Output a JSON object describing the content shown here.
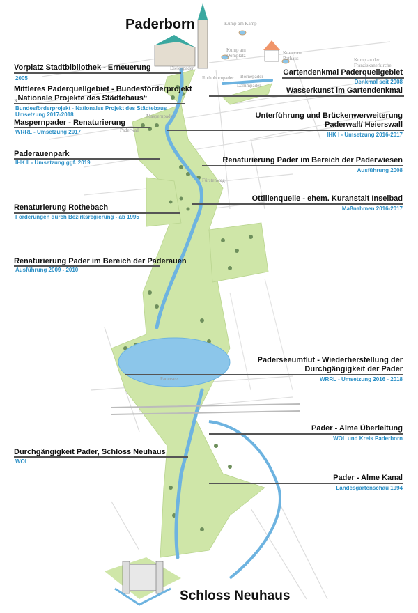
{
  "title_top": "Paderborn",
  "title_bottom": "Schloss Neuhaus",
  "colors": {
    "label_title": "#111111",
    "label_sub": "#2a8fc6",
    "water": "#7fbfe6",
    "green": "#cfe6a8",
    "tree": "#6e8f5c"
  },
  "place_labels": {
    "kump_kamp": "Kump am Kamp",
    "kump_domplatz": "Kump am Domplatz",
    "kump_rathaus": "Kump am Rathaus",
    "kump_franziskaner": "Kump an der Franziskanerkirche",
    "dielenpader": "Dielenpader",
    "rothobornpader": "Rothobornpader",
    "boernepader": "Börnepader",
    "dammpader": "Dammpader",
    "maspernpader": "Maspernpader",
    "paderwall": "Paderwall",
    "fuerstenweg": "Fürstenweg",
    "paderseee": "Padersee"
  },
  "annotations": {
    "vorplatz": {
      "title": "Vorplatz Stadtbibliothek - Erneuerung",
      "sub": "2005"
    },
    "mittleres": {
      "title1": "Mittleres Paderquellgebiet - Bundesförderprojekt",
      "title2": "„Nationale Projekte des Städtebaus“",
      "sub1": "Bundesförderprojekt - Nationales Projekt des Städtebaus",
      "sub2": "Umsetzung 2017-2018"
    },
    "maspernpader": {
      "title": "Maspernpader - Renaturierung",
      "sub": "WRRL - Umsetzung 2017"
    },
    "paderauenpark": {
      "title": "Paderauenpark",
      "sub": "IHK II - Umsetzung ggf. 2019"
    },
    "gartendenkmal": {
      "title": "Gartendenkmal Paderquellgebiet",
      "sub": "Denkmal seit 2008"
    },
    "wasserkunst": {
      "title": "Wasserkunst im Gartendenkmal"
    },
    "unterfuehrung": {
      "title1": "Unterführung und Brückenwerweiterung",
      "title2": "Paderwall/ Heierswall",
      "sub": "IHK I - Umsetzung 2016-2017"
    },
    "paderwiesen": {
      "title": "Renaturierung Pader im Bereich der Paderwiesen",
      "sub": "Ausführung 2008"
    },
    "ottilienquelle": {
      "title": "Ottilienquelle - ehem. Kuranstalt Inselbad",
      "sub": "Maßnahmen 2016-2017"
    },
    "rothebach": {
      "title": "Renaturierung Rothebach",
      "sub": "Förderungen durch Bezirksregierung - ab 1995"
    },
    "paderauen": {
      "title": "Renaturierung Pader im Bereich der Paderauen",
      "sub": "Ausführung 2009 - 2010"
    },
    "paderseeumflut": {
      "title1": "Paderseeumflut -  Wiederherstellung der",
      "title2": "Durchgängigkeit der Pader",
      "sub": "WRRL - Umsetzung 2016 - 2018"
    },
    "ueberleitung": {
      "title": "Pader - Alme Überleitung",
      "sub": "WOL und Kreis Paderborn"
    },
    "schloss": {
      "title": "Durchgängigkeit Pader, Schloss Neuhaus",
      "sub": "WOL"
    },
    "kanal": {
      "title": "Pader - Alme Kanal",
      "sub": "Landesgartenschau 1994"
    }
  }
}
